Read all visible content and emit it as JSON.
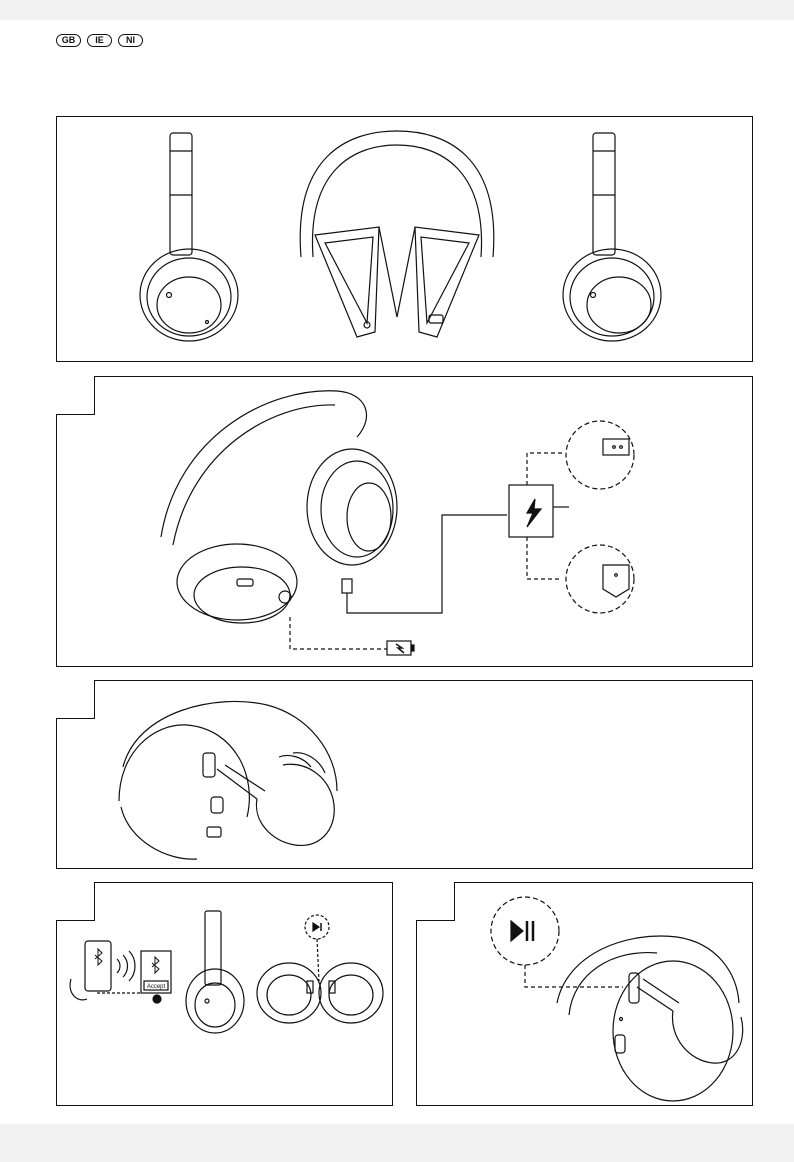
{
  "languages": [
    "GB",
    "IE",
    "NI"
  ],
  "panels": {
    "overview": {
      "label": ""
    },
    "charging": {
      "label": ""
    },
    "power_on": {
      "label": ""
    },
    "pairing": {
      "label": "",
      "accept_button": "Accept"
    },
    "play_pause": {
      "label": ""
    }
  },
  "colors": {
    "line": "#111111",
    "page_strip": "#f2f2f2"
  }
}
